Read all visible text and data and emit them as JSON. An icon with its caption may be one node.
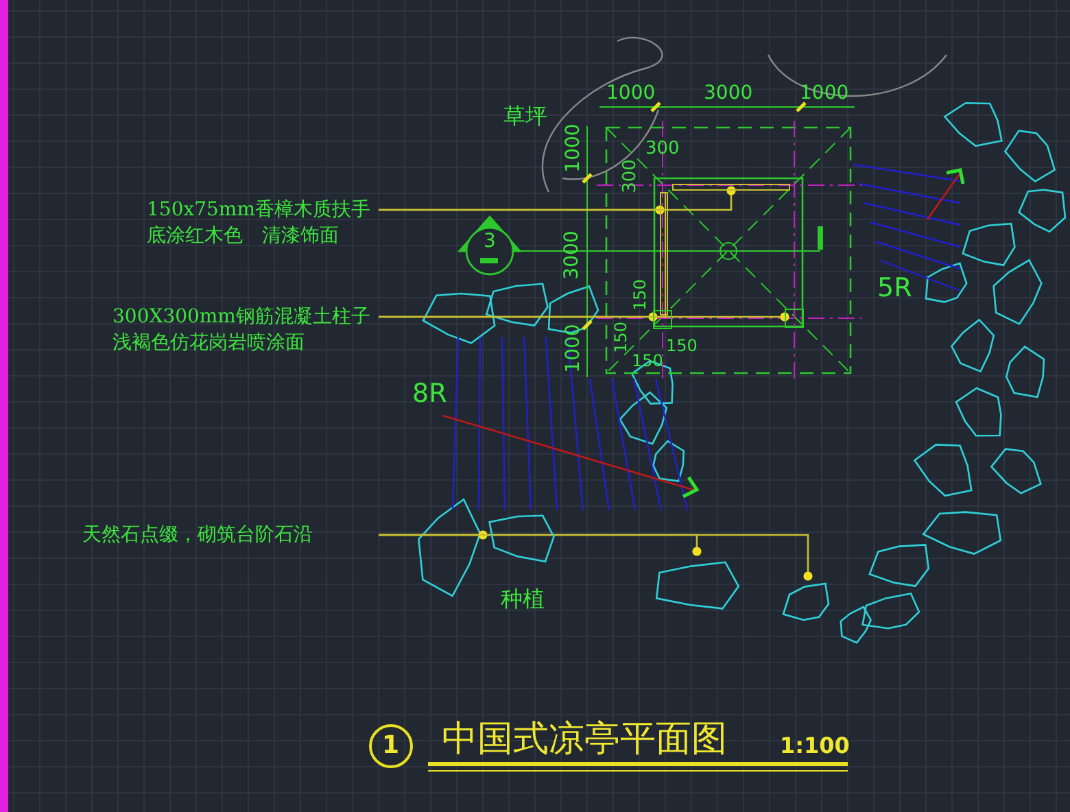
{
  "diagram": {
    "title": "中国式凉亭平面图",
    "nodes": [
      {
        "text": [
          "150x75mm香樟木质扶手底涂红木色　清漆饰面"
        ]
      },
      {
        "text": [],
        "shape": "bar"
      },
      {
        "text": [],
        "shape": "bar"
      },
      {
        "text": [
          "300X300mm钢筋混凝土柱子浅褐色仿花岗岩喷涂面"
        ]
      },
      {
        "text": [],
        "shape": "box"
      },
      {
        "text": [],
        "shape": "box"
      },
      {
        "text": [
          "天然石点缀，砌筑台阶石沿"
        ]
      },
      {
        "text": [],
        "shape": "stone"
      },
      {
        "text": [],
        "shape": "stone"
      },
      {
        "text": [],
        "shape": "stone"
      }
    ],
    "edges": [
      {
        "from": 0,
        "to": 1,
        "arrow": "other"
      },
      {
        "from": 0,
        "to": 2,
        "arrow": "other"
      },
      {
        "from": 3,
        "to": 4,
        "arrow": "other"
      },
      {
        "from": 3,
        "to": 5,
        "arrow": "other"
      },
      {
        "from": 6,
        "to": 7,
        "arrow": "other"
      },
      {
        "from": 6,
        "to": 8,
        "arrow": "other"
      },
      {
        "from": 6,
        "to": 9,
        "arrow": "other"
      }
    ],
    "labels": [
      "1000",
      "3000",
      "1000",
      "草坪",
      "1000",
      "300",
      "300",
      "3",
      "3000",
      "150",
      "150",
      "150",
      "150",
      "1000",
      "5R",
      "8R",
      "种植",
      "1",
      "1:100"
    ]
  }
}
